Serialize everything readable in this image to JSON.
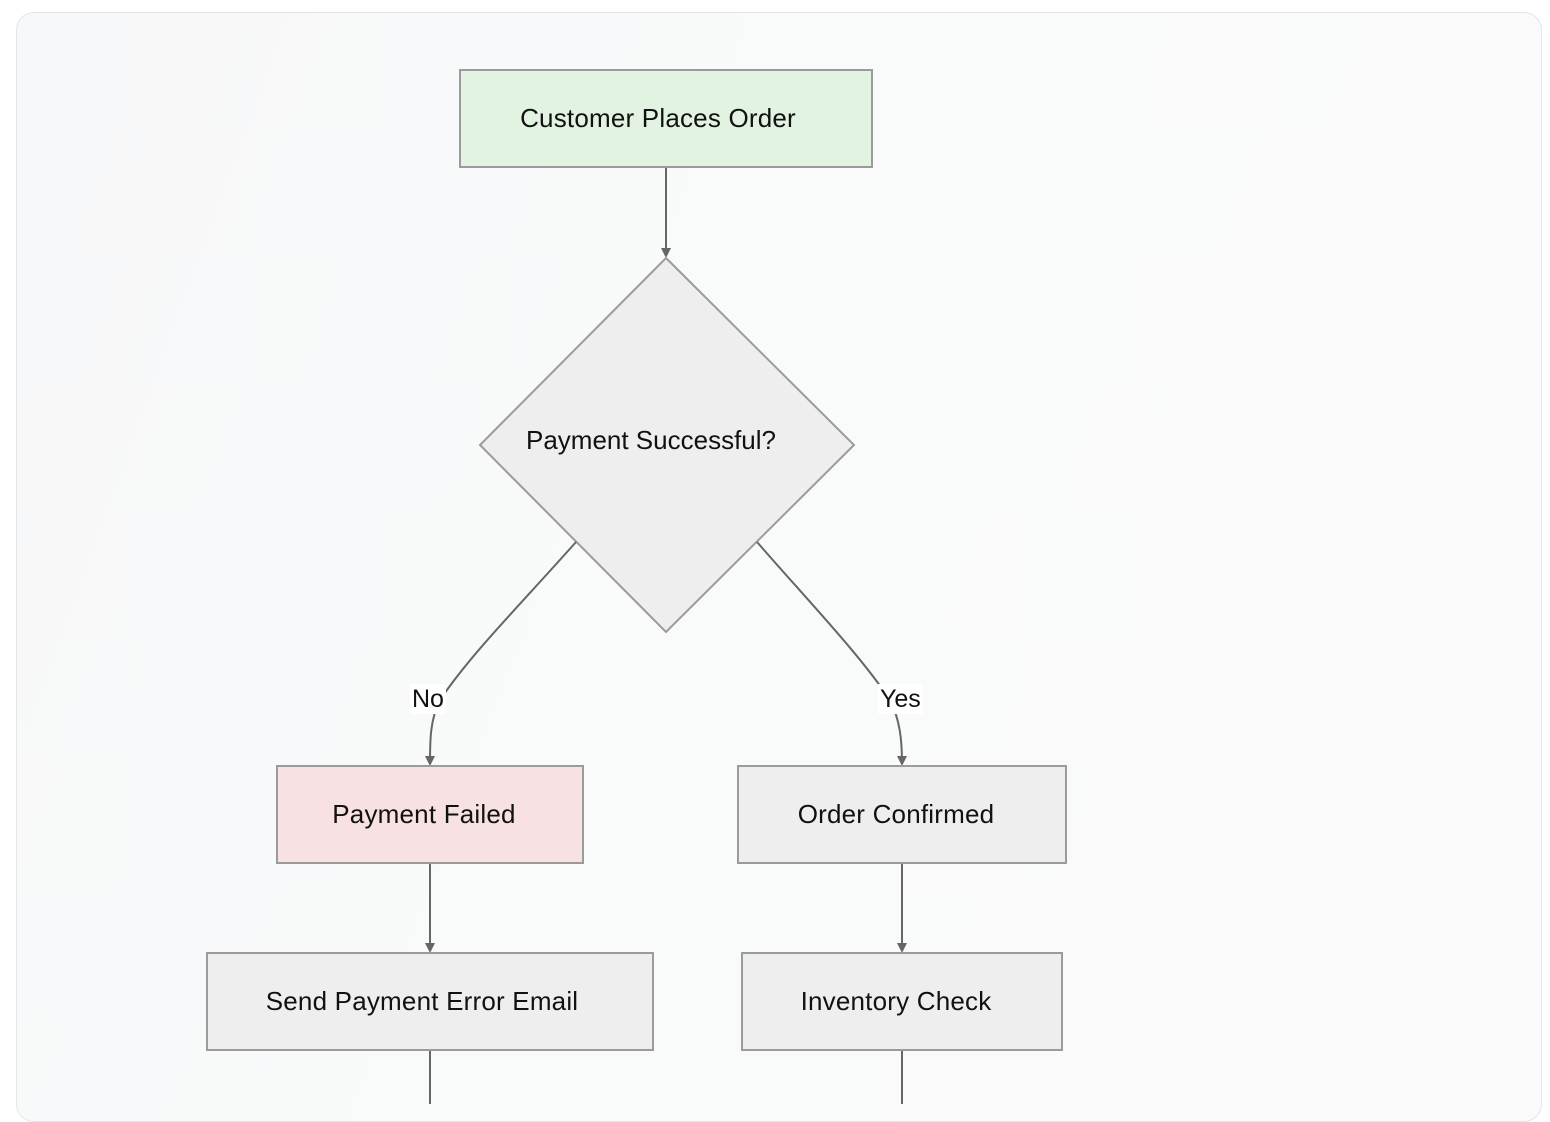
{
  "diagram": {
    "nodes": {
      "customer_places_order": "Customer Places Order",
      "payment_successful": "Payment Successful?",
      "payment_failed": "Payment Failed",
      "order_confirmed": "Order Confirmed",
      "send_payment_error_email": "Send Payment Error Email",
      "inventory_check": "Inventory Check"
    },
    "edge_labels": {
      "no": "No",
      "yes": "Yes"
    },
    "edges": [
      {
        "from": "customer_places_order",
        "to": "payment_successful"
      },
      {
        "from": "payment_successful",
        "to": "payment_failed",
        "label": "No"
      },
      {
        "from": "payment_successful",
        "to": "order_confirmed",
        "label": "Yes"
      },
      {
        "from": "payment_failed",
        "to": "send_payment_error_email"
      },
      {
        "from": "order_confirmed",
        "to": "inventory_check"
      }
    ],
    "colors": {
      "start_fill": "#e2f3e2",
      "error_fill": "#f8e1e3",
      "process_fill": "#eeeeee",
      "stroke": "#9b9b9b",
      "edge": "#666666"
    }
  }
}
